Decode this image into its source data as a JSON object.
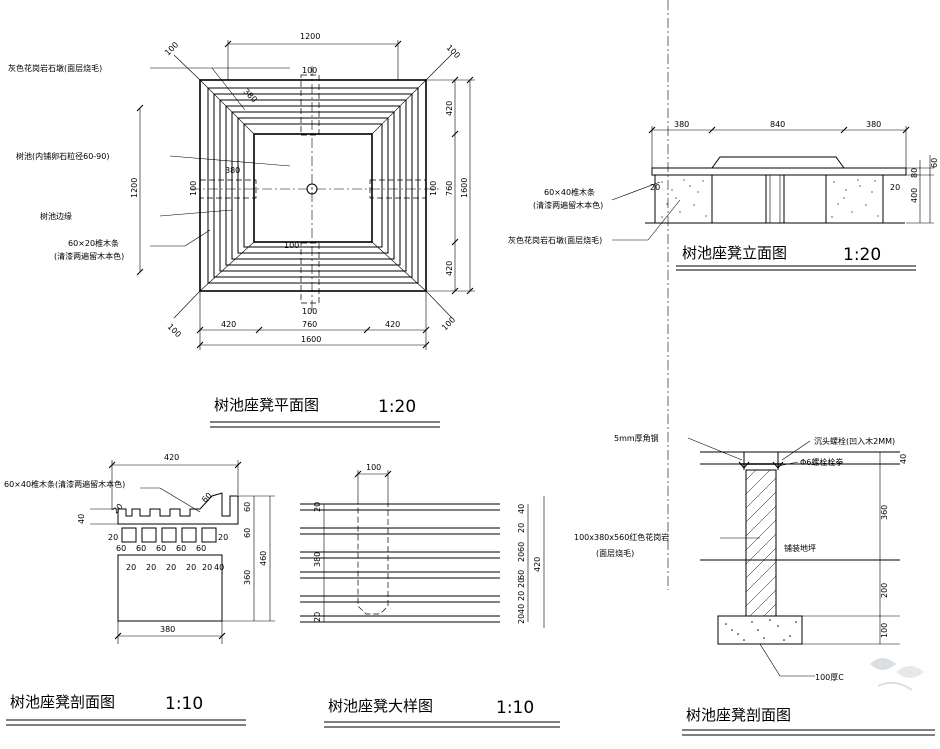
{
  "plan": {
    "title": "树池座凳平面图",
    "scale": "1:20",
    "dims": {
      "w1200": "1200",
      "w100t": "100",
      "w100b": "100",
      "d100a": "100",
      "d100b": "100",
      "d100c": "100",
      "d100d": "100",
      "b420l": "420",
      "b760": "760",
      "b420r": "420",
      "b1600": "1600",
      "r420t": "420",
      "r760": "760",
      "r420b": "420",
      "r1600": "1600",
      "l1200": "1200",
      "l100": "100",
      "r100": "100",
      "c380": "380",
      "c100": "100",
      "c380d": "380"
    },
    "notes": {
      "granite": "灰色花岗岩石墩(面层烧毛)",
      "pebbles": "树池(内铺卵石粒径60-90)",
      "edge": "树池边缘",
      "wood1": "60×20椎木条",
      "wood2": "(清漆两遍留木本色)"
    }
  },
  "elev": {
    "title": "树池座凳立面图",
    "scale": "1:20",
    "dims": {
      "a380": "380",
      "a840": "840",
      "b380": "380",
      "h60": "60",
      "h80": "80",
      "h400": "400",
      "h20": "20"
    },
    "notes": {
      "wood1": "60×40椎木条",
      "wood2": "(清漆两遍留木本色)",
      "granite": "灰色花岗岩石墩(面层烧毛)"
    }
  },
  "sec1": {
    "title": "树池座凳剖面图",
    "scale": "1:10",
    "dims": {
      "top420": "420",
      "d40": "40",
      "d60": "60",
      "d360": "360",
      "d460": "460",
      "b380": "380",
      "d60a": "60",
      "d60b": "60",
      "s20a": "20",
      "s60a": "60",
      "s60b": "60",
      "s60c": "60",
      "s60d": "60",
      "s60e": "60",
      "s20b": "20",
      "t20a": "20",
      "t20b": "20",
      "t20c": "20",
      "t20d": "20",
      "t20e": "20",
      "t40": "40",
      "r20": "20",
      "r60": "60"
    },
    "notes": {
      "wood": "60×40椎木条(清漆两遍留木本色)"
    }
  },
  "detail": {
    "title": "树池座凳大样图",
    "scale": "1:10",
    "dims": {
      "top100": "100",
      "l20t": "20",
      "l380": "380",
      "l20b": "20",
      "r40a": "40",
      "r20a": "20",
      "r60": "60",
      "r20b": "20",
      "r60b": "60",
      "r20c": "20",
      "r20d": "20",
      "r40b": "40",
      "r20e": "20",
      "r20f": "20",
      "r420": "420"
    }
  },
  "sec2": {
    "title": "树池座凳剖面图",
    "dims": {
      "d40": "40",
      "d360": "360",
      "d200": "200",
      "d100": "100"
    },
    "notes": {
      "plate": "5mm厚角钢",
      "bolt": "沉头螺栓(凹入木2MM)",
      "anchor": "Φ6螺栓栓拳",
      "granite1": "100x380x560红色花岗岩",
      "granite2": "(面层烧毛)",
      "base": "铺装地坪",
      "conc": "100厚C"
    }
  }
}
